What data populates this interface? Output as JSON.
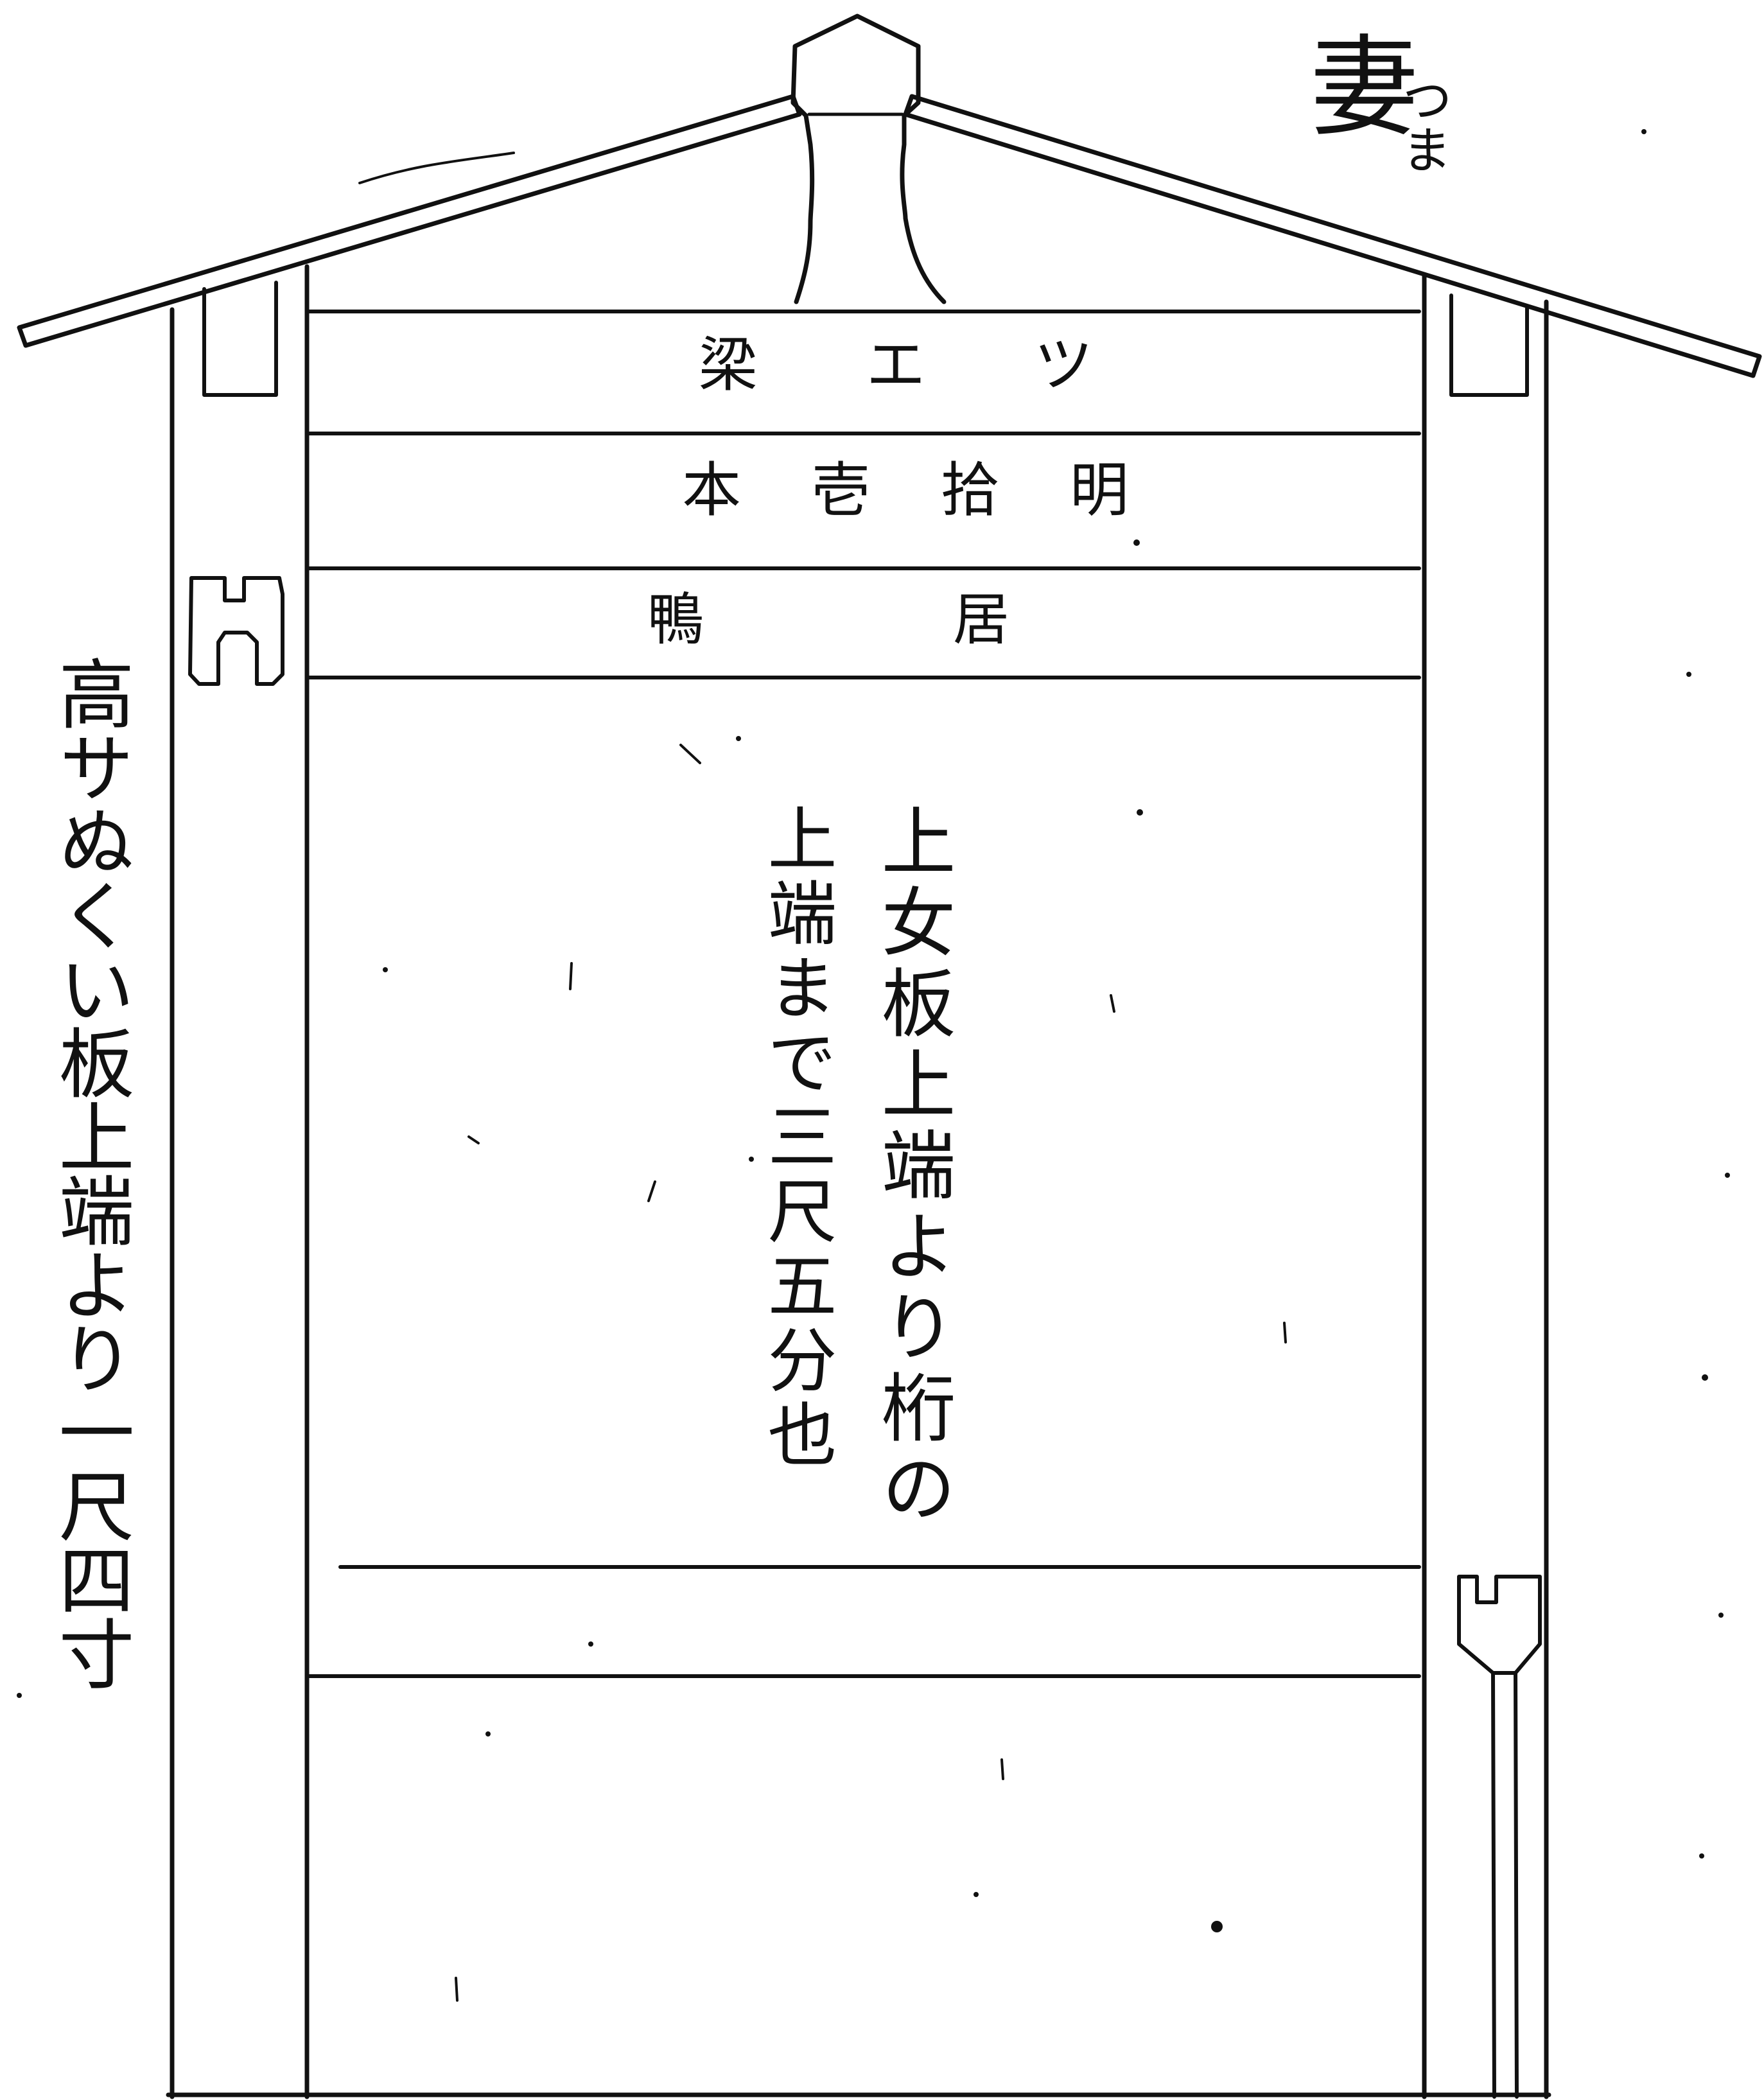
{
  "diagram": {
    "gable_label": "妻",
    "gable_furigana": "つま",
    "band_1_label": "梁 エ ツ",
    "band_2_label": "本 壱 拾 明",
    "band_3_label": "鴨 居",
    "center_note_col_1": "上女板上端より桁の",
    "center_note_col_2": "上端まで三尺五分也",
    "left_note": "高サぬくい板上端より一尺四寸"
  }
}
